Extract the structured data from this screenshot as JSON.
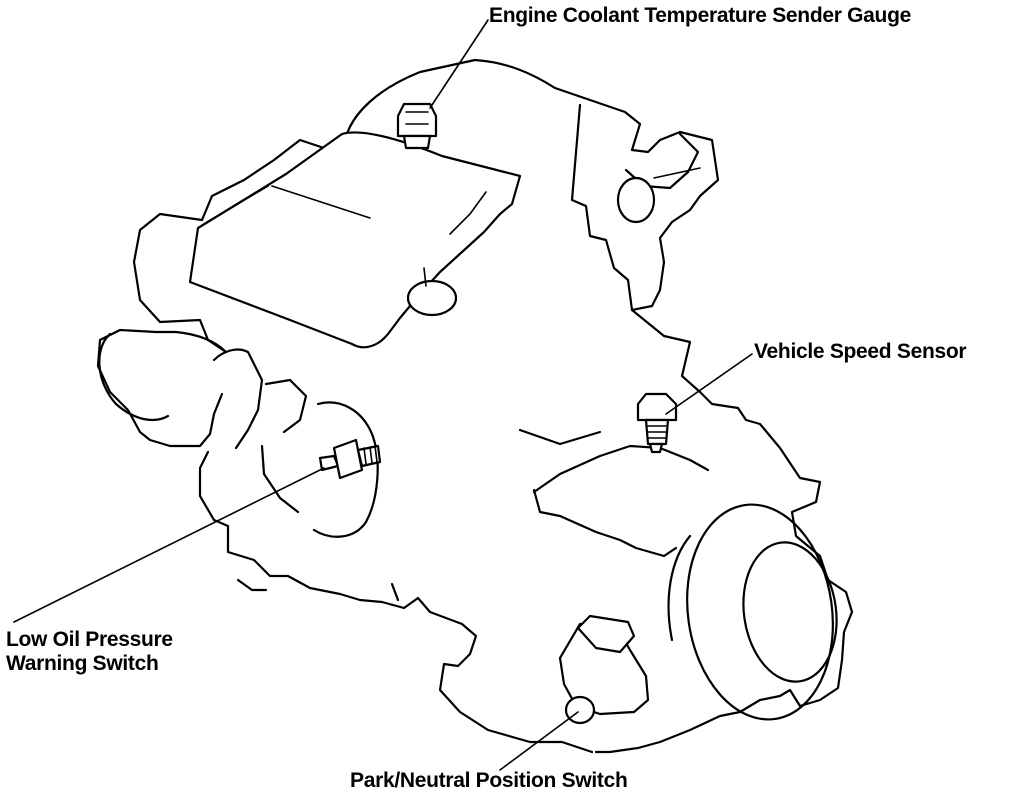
{
  "labels": {
    "coolant_sender": "Engine Coolant Temperature Sender Gauge",
    "vehicle_speed_sensor": "Vehicle Speed Sensor",
    "oil_pressure_line1": "Low Oil Pressure",
    "oil_pressure_line2": "Warning Switch",
    "park_neutral": "Park/Neutral Position Switch"
  },
  "colors": {
    "ink": "#000000",
    "background": "#ffffff"
  }
}
